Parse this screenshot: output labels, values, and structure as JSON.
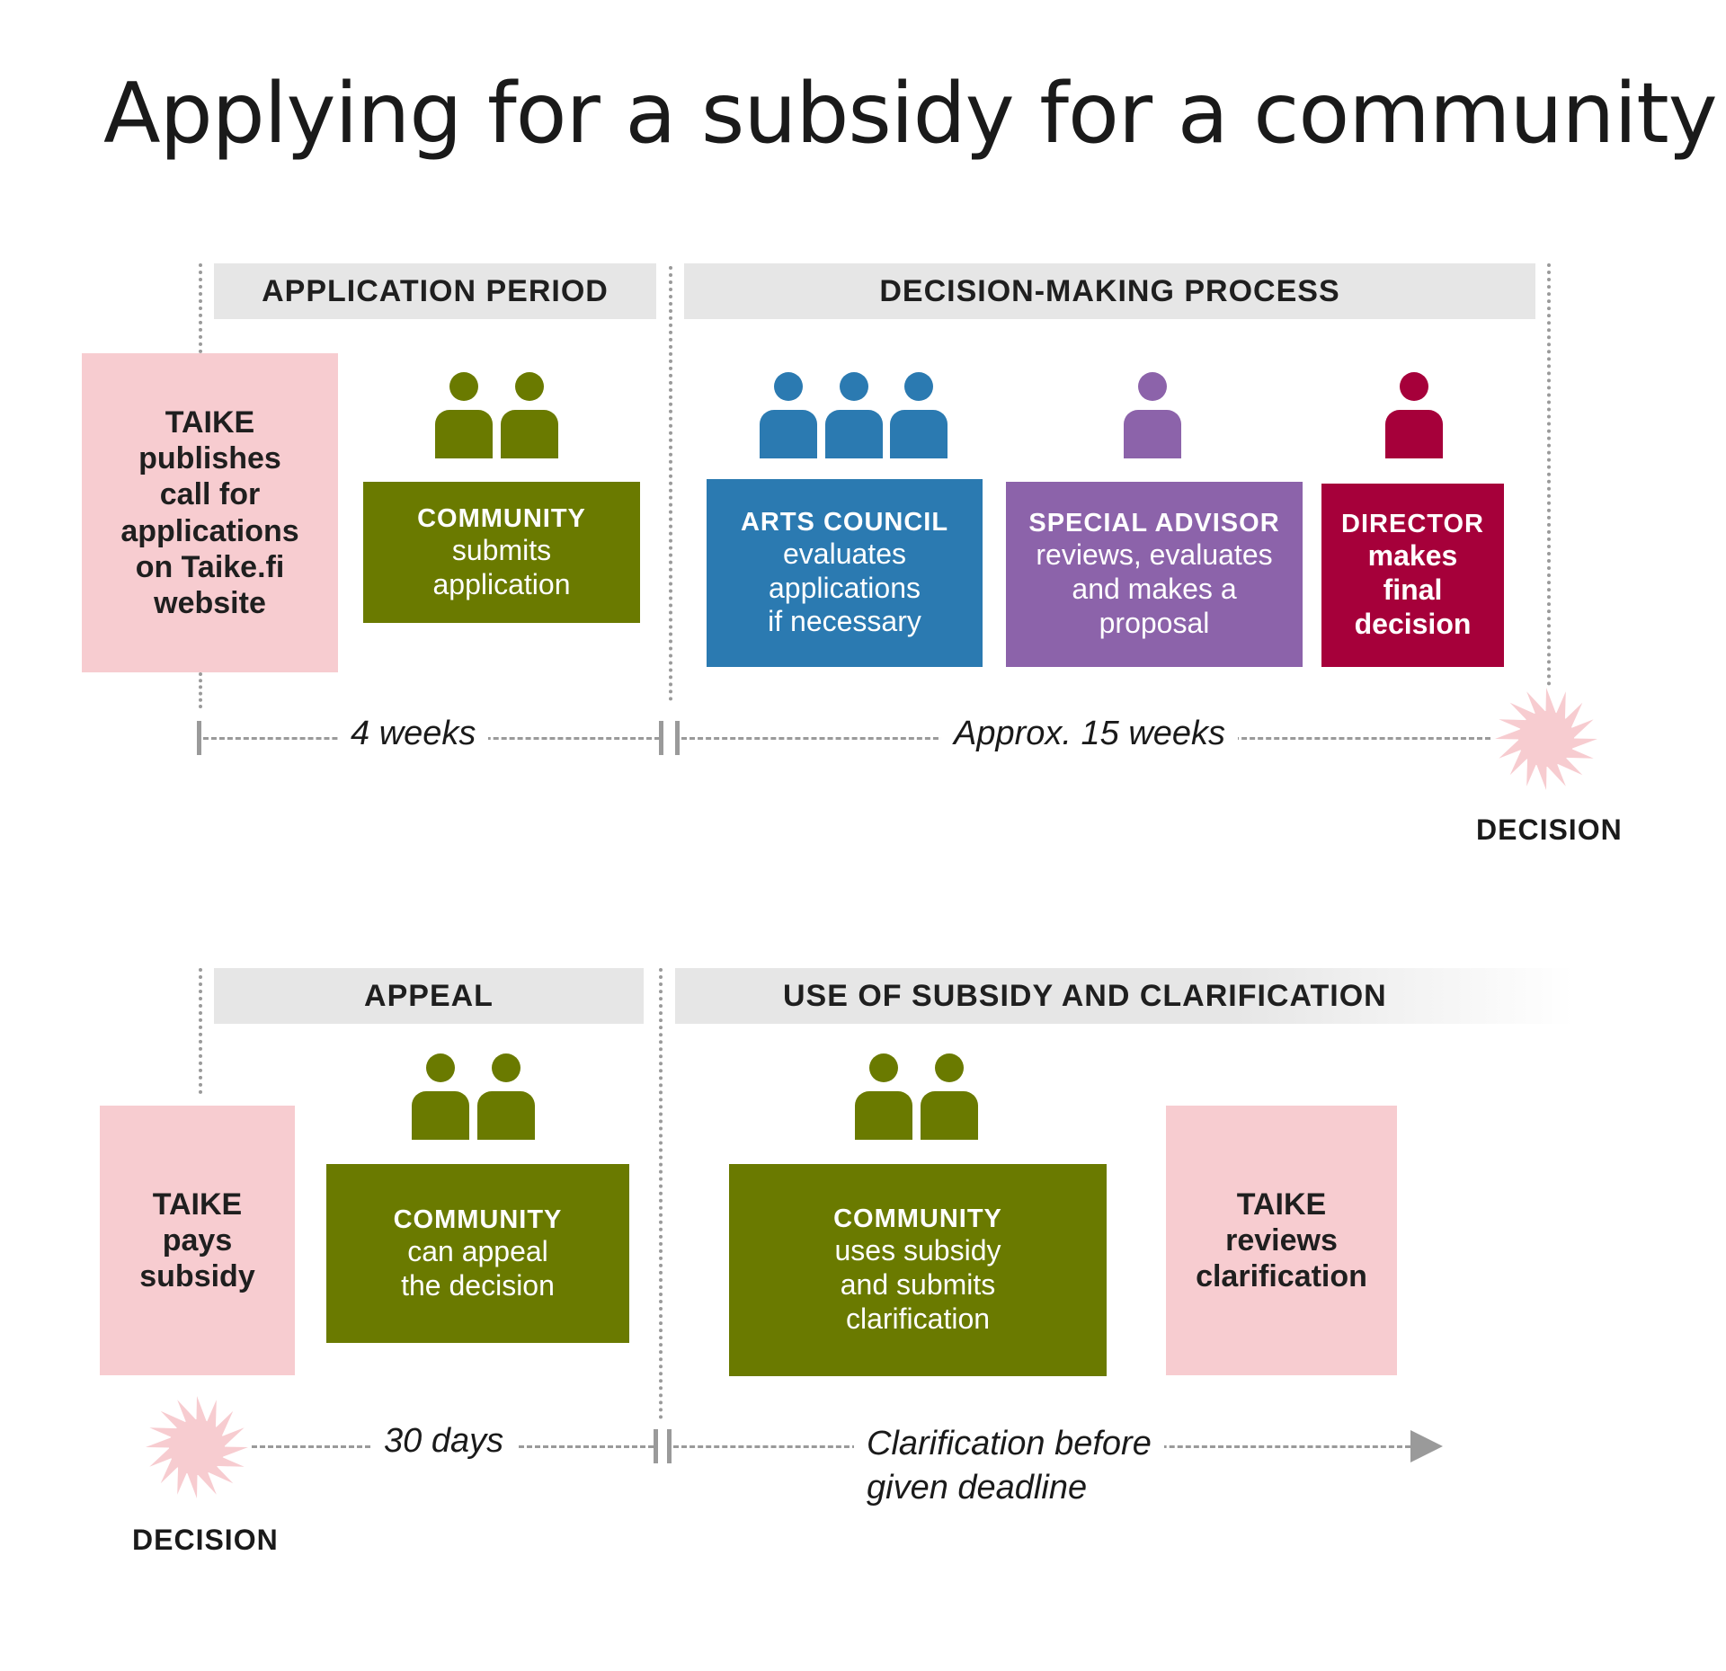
{
  "title": "Applying for a subsidy for a community",
  "colors": {
    "pink": "#f7ccd0",
    "green": "#6a7a00",
    "blue": "#2b7ab1",
    "purple": "#8c63aa",
    "red": "#a6003a",
    "band": "#e6e6e6",
    "dash": "#9a9a9a"
  },
  "section1": {
    "band_left": "APPLICATION PERIOD",
    "band_right": "DECISION-MAKING PROCESS",
    "taike_box": [
      "TAIKE",
      "publishes",
      "call for",
      "applications",
      "on Taike.fi",
      "website"
    ],
    "community_box": {
      "head": "COMMUNITY",
      "lines": [
        "submits",
        "application"
      ]
    },
    "arts_council_box": {
      "head": "ARTS COUNCIL",
      "lines": [
        "evaluates",
        "applications",
        "if necessary"
      ]
    },
    "special_advisor_box": {
      "head": "SPECIAL ADVISOR",
      "lines": [
        "reviews, evaluates",
        "and makes a",
        "proposal"
      ]
    },
    "director_box": {
      "head": "DIRECTOR",
      "lines": [
        "makes",
        "final",
        "decision"
      ]
    },
    "duration_left": "4 weeks",
    "duration_right": "Approx. 15 weeks",
    "decision_label": "DECISION",
    "icons": [
      "people-pair-icon",
      "people-trio-icon",
      "person-icon",
      "person-icon",
      "sun-burst-icon"
    ]
  },
  "section2": {
    "band_left": "APPEAL",
    "band_right": "USE OF SUBSIDY AND CLARIFICATION",
    "taike_pays_box": [
      "TAIKE",
      "pays",
      "subsidy"
    ],
    "community_appeal_box": {
      "head": "COMMUNITY",
      "lines": [
        "can appeal",
        "the decision"
      ]
    },
    "community_use_box": {
      "head": "COMMUNITY",
      "lines": [
        "uses subsidy",
        "and submits",
        "clarification"
      ]
    },
    "taike_reviews_box": [
      "TAIKE",
      "reviews",
      "clarification"
    ],
    "duration_left": "30 days",
    "duration_right": [
      "Clarification before",
      "given deadline"
    ],
    "decision_label": "DECISION",
    "icons": [
      "people-pair-icon",
      "people-pair-icon",
      "sun-burst-icon",
      "arrow-right-icon"
    ]
  }
}
